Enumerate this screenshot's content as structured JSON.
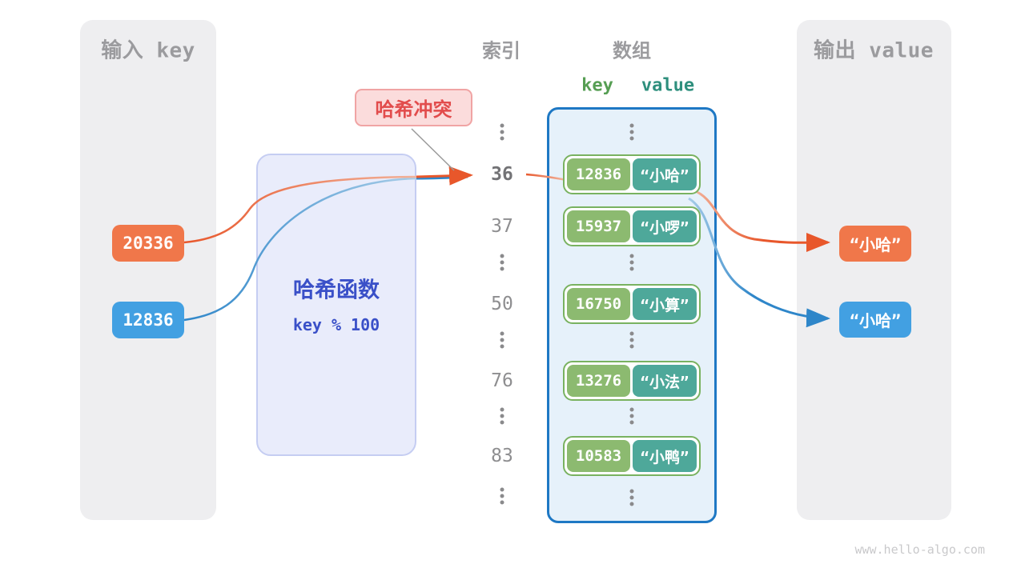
{
  "input_panel": {
    "title": "输入 key",
    "keys": [
      {
        "value": "20336",
        "color": "orange"
      },
      {
        "value": "12836",
        "color": "blue"
      }
    ]
  },
  "hash_function": {
    "title": "哈希函数",
    "formula": "key % 100"
  },
  "collision_label": "哈希冲突",
  "columns": {
    "index_title": "索引",
    "array_title": "数组",
    "key_header": "key",
    "value_header": "value"
  },
  "index_column": {
    "items": [
      "36",
      "37",
      "50",
      "76",
      "83"
    ],
    "highlighted": "36"
  },
  "array": {
    "rows": [
      {
        "key": "12836",
        "value": "“小哈”"
      },
      {
        "key": "15937",
        "value": "“小啰”"
      },
      {
        "key": "16750",
        "value": "“小算”"
      },
      {
        "key": "13276",
        "value": "“小法”"
      },
      {
        "key": "10583",
        "value": "“小鸭”"
      }
    ]
  },
  "output_panel": {
    "title": "输出 value",
    "values": [
      {
        "value": "“小哈”",
        "color": "orange"
      },
      {
        "value": "“小哈”",
        "color": "blue"
      }
    ]
  },
  "footer": "www.hello-algo.com",
  "colors": {
    "orange": "#f0774a",
    "blue": "#42a0e2",
    "key_green": "#8cba70",
    "value_teal": "#4ea89a",
    "array_border": "#1e78c4",
    "hash_text": "#3a50c8",
    "collision_red": "#e24c4c",
    "panel_gray": "#eeeef0"
  }
}
